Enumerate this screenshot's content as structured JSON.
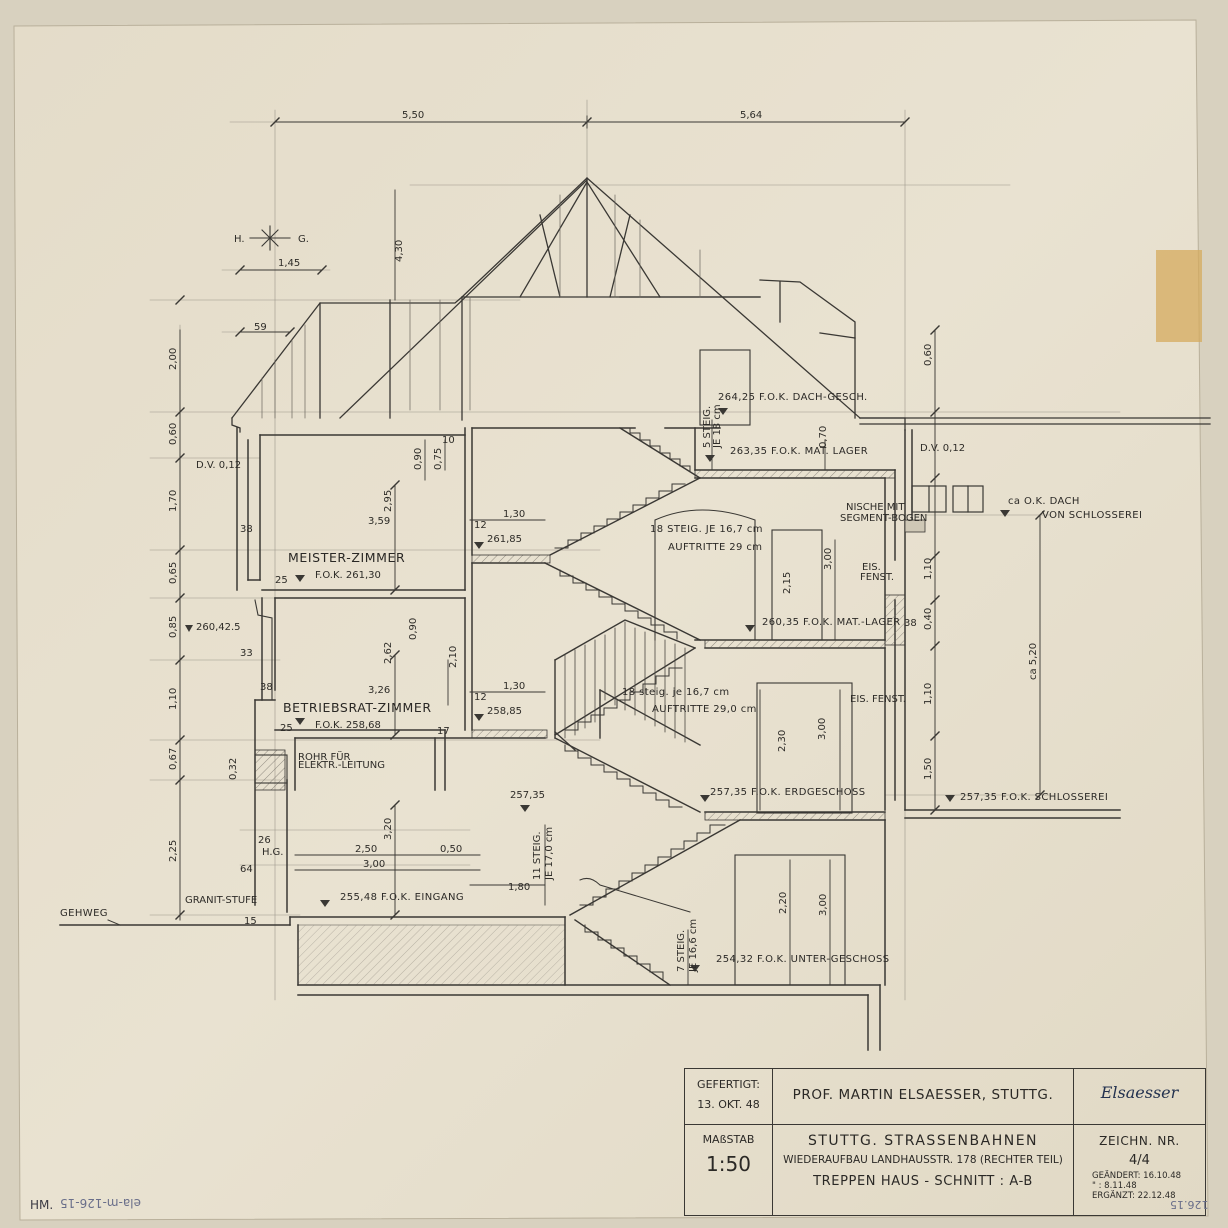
{
  "dimensions_top": {
    "left": "5,50",
    "right": "5,64",
    "ridge": "4,30",
    "dim_145": "1,45",
    "dim_59": "59"
  },
  "legend_hg": {
    "h": "H.",
    "g": "G."
  },
  "left_dims": [
    "2,00",
    "0,60",
    "1,70",
    "0,65",
    "0,85",
    "1,10",
    "0,67",
    "0,32",
    "2,25"
  ],
  "right_dims": [
    "0,60",
    "1,10",
    "0,40",
    "1,10",
    "1,50"
  ],
  "rooms": {
    "meister": "MEISTER-ZIMMER",
    "meister_fok": "F.O.K. 261,30",
    "betriebsrat": "BETRIEBSRAT-ZIMMER",
    "betriebsrat_fok": "F.O.K. 258,68"
  },
  "levels": {
    "dach": "264,25  F.O.K. DACH-GESCH.",
    "mat_lager_top": "263,35  F.O.K.  MAT. LAGER",
    "mat_lager": "260,35  F.O.K. MAT.-LAGER",
    "erdgeschoss": "257,35  F.O.K. ERDGESCHOSS",
    "schlosserei": "257,35   F.O.K.  SCHLOSSEREI",
    "eingang": "255,48  F.O.K. EINGANG",
    "unter": "254,32  F.O.K. UNTER-GESCHOSS",
    "l26185": "261,85",
    "l25885": "258,85",
    "l25735": "257,35",
    "l26042": "260,42.5"
  },
  "stairs": {
    "run1_a": "18 STEIG. JE 16,7 cm",
    "run1_b": "AUFTRITTE 29 cm",
    "run2_a": "18 steig. je 16,7 cm",
    "run2_b": "AUFTRITTE 29,0 cm",
    "top_a": "5 STEIG.",
    "top_b": "JE 18 cm",
    "lower_a": "11 STEIG.",
    "lower_b": "JE 17,0 cm",
    "bottom_a": "7 STEIG.",
    "bottom_b": "JE 16,6 cm"
  },
  "notes": {
    "dv_left": "D.V. 0,12",
    "dv_right": "D.V. 0,12",
    "nische": "NISCHE MIT",
    "nische2": "SEGMENT-BOGEN",
    "ok_dach_1": "ca  O.K. DACH",
    "ok_dach_2": "VON SCHLOSSEREI",
    "eis_fenst_1": "EIS.",
    "eis_fenst_1b": "FENST.",
    "eis_fenst_2": "EIS. FENST.",
    "ca520": "ca 5,20",
    "rohr_1": "ROHR FÜR",
    "rohr_2": "ELEKTR.-LEITUNG",
    "granit": "GRANIT-STUFE",
    "gehweg": "GEHWEG",
    "hg": "H.G."
  },
  "inner_dims": {
    "d359": "3,59",
    "d295": "2,95",
    "d090": "0,90",
    "d075": "0,75",
    "d326": "3,26",
    "d262": "2,62",
    "d210": "2,10",
    "d250": "2,50",
    "d300": "3,00",
    "d320": "3,20",
    "d050": "0,50",
    "d130a": "1,30",
    "d130b": "1,30",
    "d180": "1,80",
    "d215": "2,15",
    "d300b": "3,00",
    "d230": "2,30",
    "d300c": "3,00",
    "d220": "2,20",
    "d300d": "3,00",
    "d090b": "0,90",
    "d070": "0,70",
    "n38a": "38",
    "n38b": "38",
    "n38c": "38",
    "n25a": "25",
    "n25b": "25",
    "n33": "33",
    "n12a": "12",
    "n12b": "12",
    "n17": "17",
    "n26": "26",
    "n64": "64",
    "n15": "15",
    "n10": "10"
  },
  "title_block": {
    "gefertigt_label": "GEFERTIGT:",
    "gefertigt_date": "13. OKT. 48",
    "architect": "PROF. MARTIN ELSAESSER, STUTTG.",
    "signature": "Elsaesser",
    "massstab_label": "MAßSTAB",
    "massstab_value": "1:50",
    "project_1": "STUTTG.  STRASSENBAHNEN",
    "project_2": "WIEDERAUFBAU LANDHAUSSTR. 178 (RECHTER TEIL)",
    "project_3": "TREPPEN HAUS - SCHNITT :  A-B",
    "zeichn_label": "ZEICHN.  NR.",
    "zeichn_value": "4/4",
    "geaendert_1": "GEÄNDERT: 16.10.48",
    "geaendert_2": "\"   :   8.11.48",
    "ergaenzt": "ERGÄNZT: 22.12.48"
  },
  "archive": {
    "left_mark": "HM.",
    "inventory": "ela-m-126-15",
    "corner": "126.15"
  }
}
